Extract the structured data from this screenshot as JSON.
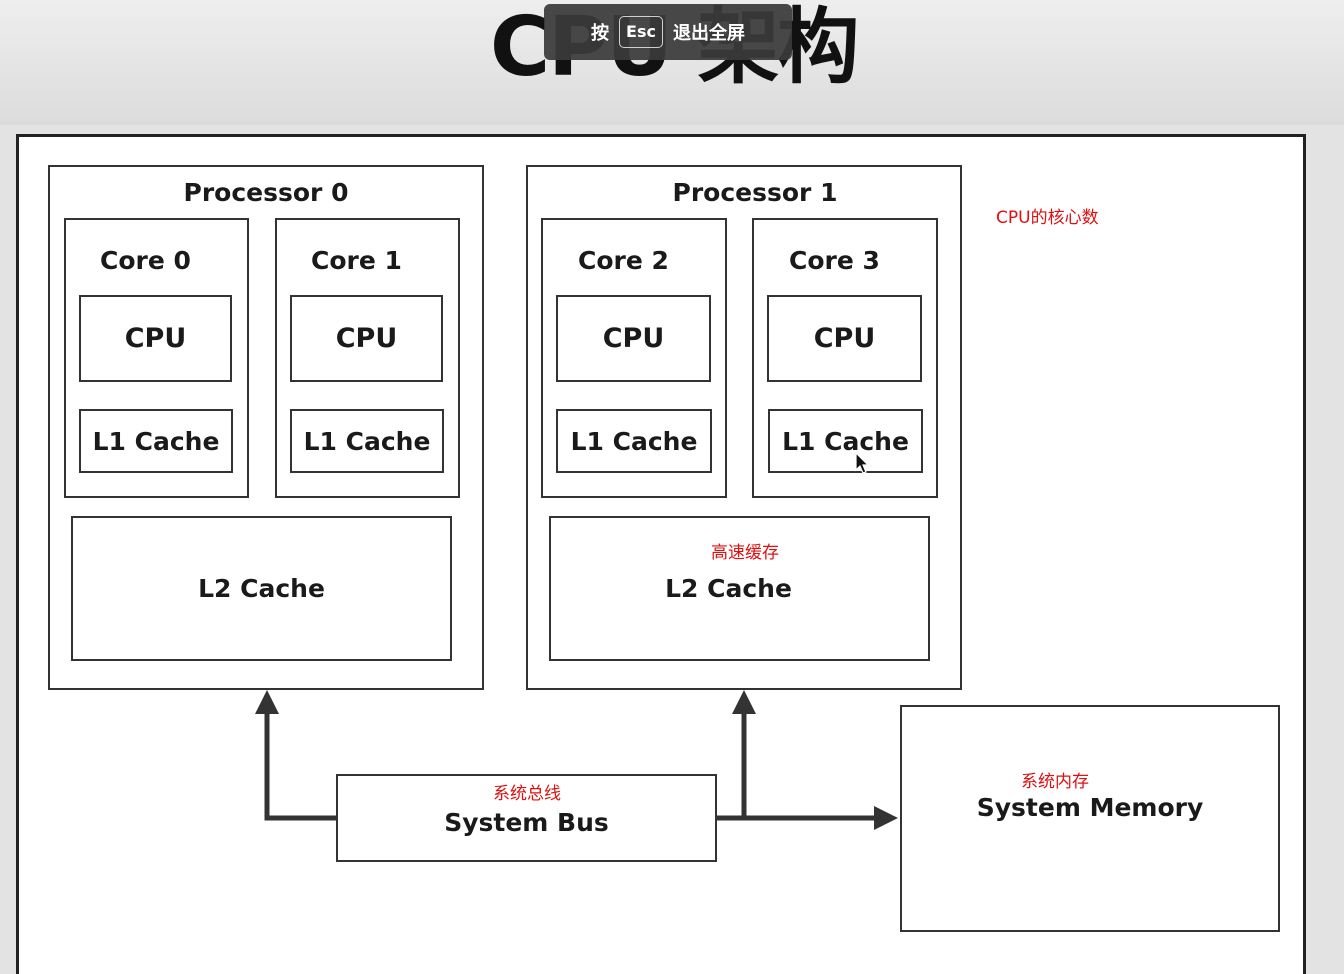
{
  "slide": {
    "title": "CPU 架构"
  },
  "fullscreen_hint": {
    "press": "按",
    "key": "Esc",
    "action": "退出全屏"
  },
  "diagram": {
    "processors": [
      {
        "label": "Processor 0",
        "cores": [
          {
            "label": "Core 0",
            "cpu": "CPU",
            "l1": "L1 Cache"
          },
          {
            "label": "Core 1",
            "cpu": "CPU",
            "l1": "L1 Cache"
          }
        ],
        "l2": "L2 Cache"
      },
      {
        "label": "Processor 1",
        "cores": [
          {
            "label": "Core 2",
            "cpu": "CPU",
            "l1": "L1 Cache"
          },
          {
            "label": "Core 3",
            "cpu": "CPU",
            "l1": "L1 Cache"
          }
        ],
        "l2": "L2 Cache"
      }
    ],
    "system_bus": "System Bus",
    "system_memory": "System Memory"
  },
  "annotations": {
    "cores_note": "CPU的核心数",
    "l2_note": "高速缓存",
    "bus_note": "系统总线",
    "memory_note": "系统内存"
  }
}
